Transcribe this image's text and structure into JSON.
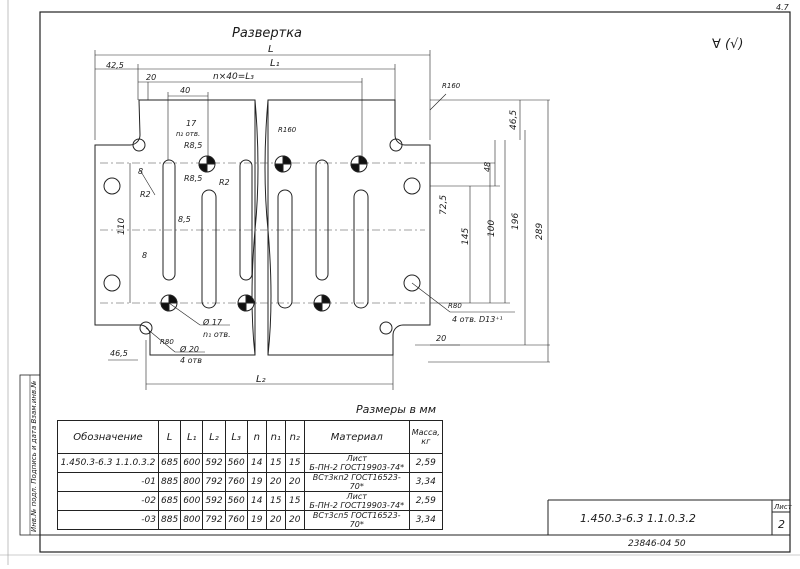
{
  "title": "Развертка",
  "corner_mark": "∀ (√)",
  "top_right_edge": "4.7",
  "dimensions": {
    "L": "L",
    "L1": "L₁",
    "L2": "L₂",
    "L3_expr": "n×40=L₃",
    "d42_5": "42,5",
    "d20_top": "20",
    "d40": "40",
    "d17": "17",
    "n2_otv": "n₂ отв.",
    "R8_5_top": "R8,5",
    "R8_5": "R8,5",
    "R2_mid": "R2",
    "R2_left": "R2",
    "R160_top": "R160",
    "R160_mid": "R160",
    "d8_left": "8",
    "d110": "110",
    "d8_5": "8,5",
    "d8_low": "8",
    "d46_5_right": "46,5",
    "d48": "48",
    "d72_5": "72,5",
    "d145": "145",
    "d100": "100",
    "d196": "196",
    "d289": "289",
    "R80_right": "R80",
    "otv13": "4 отв. D13⁺¹",
    "d20_right": "20",
    "R80_left": "R80",
    "d17_dia": "Ø 17",
    "n1_otv": "n₁ отв.",
    "d20_dia": "Ø 20",
    "otv4": "4 отв",
    "d46_5_left": "46,5"
  },
  "sizes_caption": "Размеры в мм",
  "table": {
    "headers": [
      "Обозначение",
      "L",
      "L₁",
      "L₂",
      "L₃",
      "n",
      "n₁",
      "n₂",
      "Материал",
      "Масса, кг"
    ],
    "rows": [
      {
        "designation": "1.450.3-6.3 1.1.0.3.2",
        "L": "685",
        "L1": "600",
        "L2": "592",
        "L3": "560",
        "n": "14",
        "n1": "15",
        "n2": "15",
        "mat1": "Лист",
        "mat2": "Б-ПН-2 ГОСТ19903-74*",
        "mass": "2,59"
      },
      {
        "designation": "-01",
        "L": "885",
        "L1": "800",
        "L2": "792",
        "L3": "760",
        "n": "19",
        "n1": "20",
        "n2": "20",
        "mat1": "",
        "mat2": "ВСт3кп2 ГОСТ16523-70*",
        "mass": "3,34"
      },
      {
        "designation": "-02",
        "L": "685",
        "L1": "600",
        "L2": "592",
        "L3": "560",
        "n": "14",
        "n1": "15",
        "n2": "15",
        "mat1": "Лист",
        "mat2": "Б-ПН-2 ГОСТ19903-74*",
        "mass": "2,59"
      },
      {
        "designation": "-03",
        "L": "885",
        "L1": "800",
        "L2": "792",
        "L3": "760",
        "n": "19",
        "n1": "20",
        "n2": "20",
        "mat1": "",
        "mat2": "ВСт3сп5 ГОСТ16523-70*",
        "mass": "3,34"
      }
    ]
  },
  "stamp": {
    "designation": "1.450.3-6.3  1.1.0.3.2",
    "sheet_label": "Лист",
    "sheet_no": "2"
  },
  "bottom_code": "23846-04   50",
  "side_stamp": "Инв.№ подл. Подпись и дата Взам.инв.№"
}
